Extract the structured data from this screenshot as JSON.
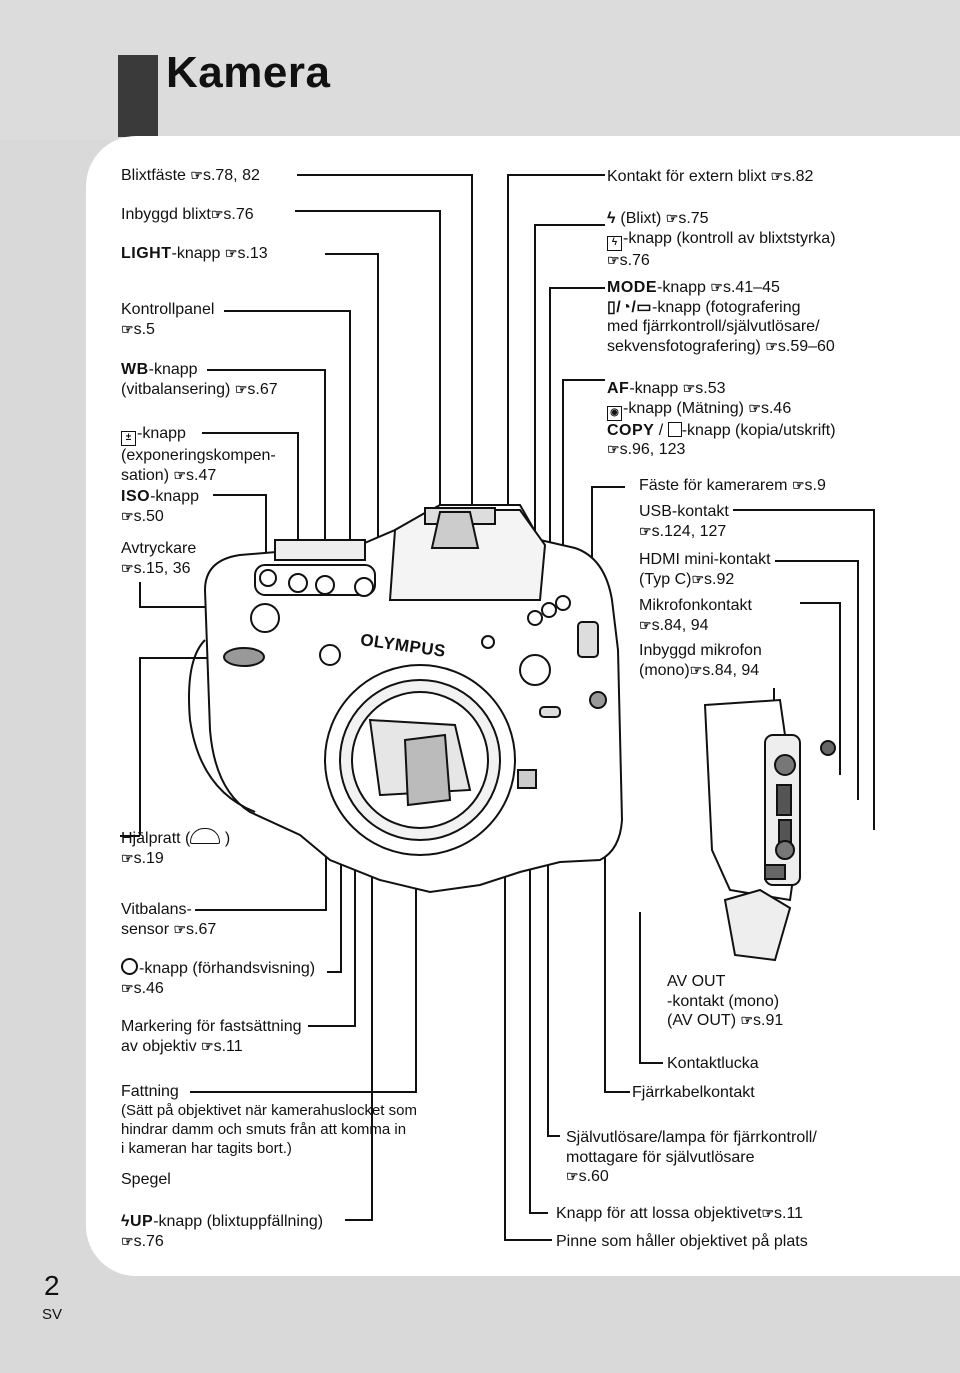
{
  "page": {
    "title": "Kamera",
    "page_number": "2",
    "language": "SV"
  },
  "ref_symbol": "☞",
  "labels_left": {
    "blixtfaste": {
      "text": "Blixtfäste",
      "ref": "s.78, 82"
    },
    "inbyggd_blixt": {
      "text": "Inbyggd blixt",
      "ref": "s.76"
    },
    "light": {
      "key": "LIGHT",
      "text": "-knapp",
      "ref": "s.13"
    },
    "kontrollpanel": {
      "text": "Kontrollpanel",
      "ref": "s.5"
    },
    "wb": {
      "key": "WB",
      "text": "-knapp",
      "line2": "(vitbalansering)",
      "ref": "s.67"
    },
    "exp": {
      "icon": "exposure-compensation-icon",
      "text": "-knapp",
      "line2": "(exponeringskompen-",
      "line3": "sation)",
      "ref": "s.47"
    },
    "iso": {
      "key": "ISO",
      "text": "-knapp",
      "ref": "s.50"
    },
    "avtryckare": {
      "text": "Avtryckare",
      "ref": "s.15, 36"
    },
    "hjalpratt": {
      "text": "Hjälpratt (",
      "text_end": ")",
      "icon": "sub-dial-icon",
      "ref": "s.19"
    },
    "vitbalanssensor": {
      "line1": "Vitbalans-",
      "line2": "sensor",
      "ref": "s.67"
    },
    "preview": {
      "icon": "preview-icon",
      "text": "-knapp (förhandsvisning)",
      "ref": "s.46"
    },
    "markering": {
      "line1": "Markering för fastsättning",
      "line2": "av objektiv",
      "ref": "s.11"
    },
    "fattning": {
      "line1": "Fattning",
      "line2": "(Sätt på objektivet när kamerahuslocket som",
      "line3": "hindrar damm och smuts från att komma in",
      "line4": "i kameran har tagits bort.)"
    },
    "spegel": {
      "text": "Spegel"
    },
    "flash_up": {
      "key": "UP",
      "text": "-knapp (blixtuppfällning)",
      "ref": "s.76"
    }
  },
  "labels_right": {
    "kontakt_extern": {
      "text": "Kontakt för extern blixt",
      "ref": "s.82"
    },
    "blixt": {
      "text": "(Blixt)",
      "ref": "s.75",
      "line2": "-knapp (kontroll av blixtstyrka)",
      "ref2": "s.76"
    },
    "mode": {
      "key": "MODE",
      "text": "-knapp",
      "ref": "s.41–45",
      "line2": "-knapp (fotografering",
      "line3": "med fjärrkontroll/självutlösare/",
      "line4": "sekvensfotografering)",
      "ref2": "s.59–60"
    },
    "af": {
      "key": "AF",
      "text": "-knapp",
      "ref": "s.53",
      "line2": "-knapp (Mätning)",
      "ref2": "s.46",
      "key3": "COPY",
      "line3": "-knapp (kopia/utskrift)",
      "ref3": "s.96, 123"
    },
    "faste_kamerarem": {
      "text": "Fäste för kamerarem",
      "ref": "s.9"
    },
    "usb": {
      "text": "USB-kontakt",
      "ref": "s.124, 127"
    },
    "hdmi": {
      "line1": "HDMI mini-kontakt",
      "line2": "(Typ C)",
      "ref": "s.92"
    },
    "mikrofonkontakt": {
      "text": "Mikrofonkontakt",
      "ref": "s.84, 94"
    },
    "inbyggd_mikrofon": {
      "line1": "Inbyggd mikrofon",
      "line2": "(mono)",
      "ref": "s.84, 94"
    },
    "av_out": {
      "line1": "AV OUT",
      "line2": "-kontakt (mono)",
      "line3": "(AV OUT)",
      "ref": "s.91"
    },
    "kontaktlucka": {
      "text": "Kontaktlucka"
    },
    "fjarrkabel": {
      "text": "Fjärrkabelkontakt"
    },
    "sjalvutlosare": {
      "line1": "Självutlösare/lampa för fjärrkontroll/",
      "line2": "mottagare för självutlösare",
      "ref": "s.60"
    },
    "knapp_lossa": {
      "text": "Knapp för att lossa objektivet",
      "ref": "s.11"
    },
    "pinne": {
      "text": "Pinne som håller objektivet på plats"
    }
  },
  "camera": {
    "brand": "OLYMPUS"
  }
}
